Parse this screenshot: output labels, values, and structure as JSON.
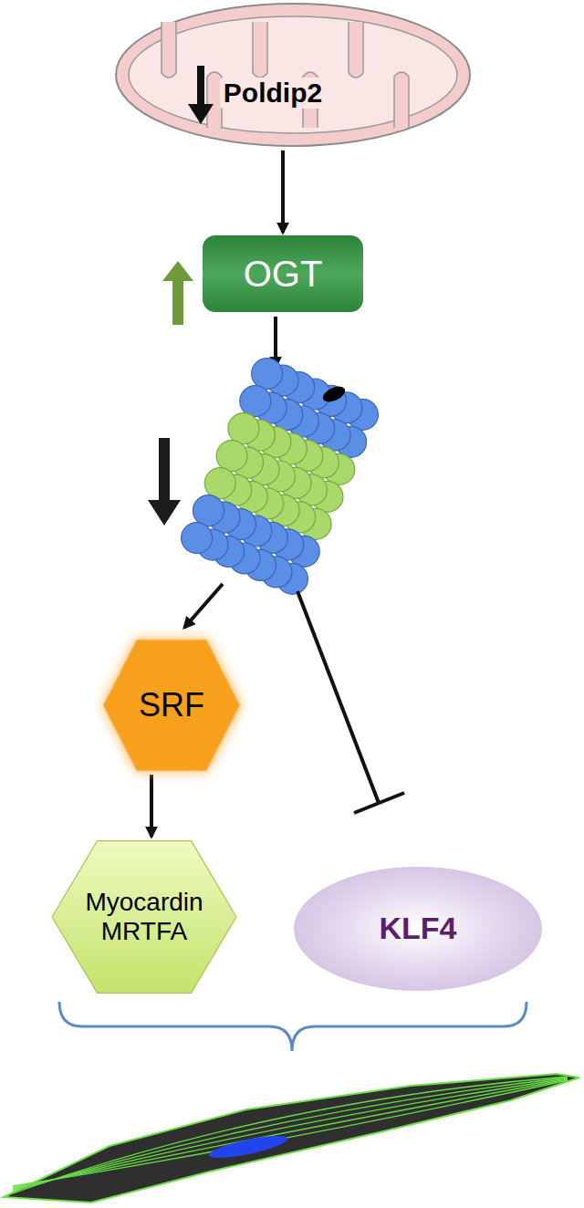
{
  "diagram": {
    "nodes": [
      {
        "text": [
          "Poldip2"
        ]
      },
      {
        "text": [
          "OGT"
        ]
      },
      {
        "text": [
          "SRF"
        ]
      },
      {
        "text": [
          "Myocardin MRTFA"
        ]
      },
      {
        "text": [
          "KLF4"
        ]
      }
    ],
    "edges": [
      {
        "from": 0,
        "to": 1,
        "arrow": "to"
      },
      {
        "from": 2,
        "to": 3,
        "arrow": "to"
      }
    ]
  }
}
